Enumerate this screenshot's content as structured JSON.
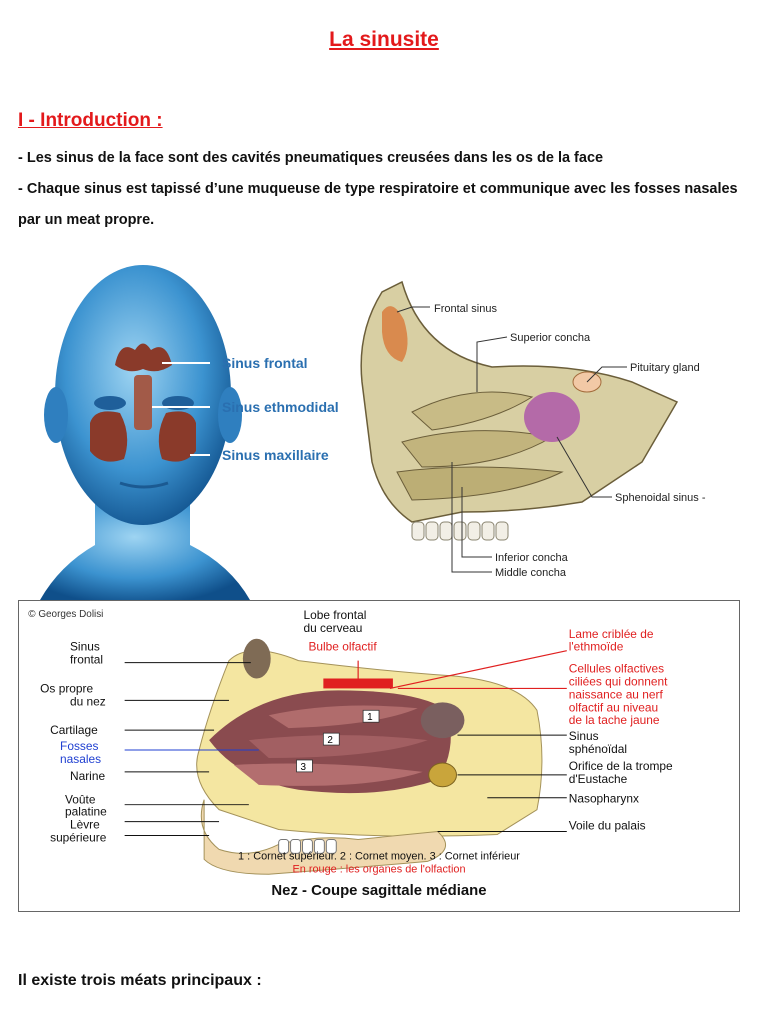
{
  "document": {
    "title": "La sinusite",
    "section_heading": "I - Introduction :",
    "paragraphs": [
      "- Les sinus de la face sont des cavités pneumatiques creusées dans les os de la face",
      "- Chaque sinus est tapissé d’une muqueuse de type respiratoire et communique avec les fosses nasales par un meat propre."
    ],
    "footer_line": "Il existe trois méats principaux :"
  },
  "figure1": {
    "labels": [
      "Sinus frontal",
      "Sinus ethmodidal",
      "Sinus maxillaire"
    ]
  },
  "figure2": {
    "labels": {
      "frontal": "Frontal sinus",
      "superior": "Superior concha",
      "pituitary": "Pituitary gland",
      "sphenoidal": "Sphenoidal sinus -",
      "inferior": "Inferior concha",
      "middle": "Middle concha"
    }
  },
  "figure3": {
    "copyright": "© Georges Dolisi",
    "top_label_1": "Lobe frontal",
    "top_label_2": "du cerveau",
    "bulbe": "Bulbe olfactif",
    "left_labels": {
      "sinus_1": "Sinus",
      "sinus_2": "frontal",
      "os_1": "Os propre",
      "os_2": "du nez",
      "cartilage": "Cartilage",
      "fosses_1": "Fosses",
      "fosses_2": "nasales",
      "narine": "Narine",
      "voute_1": "Voûte",
      "voute_2": "palatine",
      "levre_1": "Lèvre",
      "levre_2": "supérieure"
    },
    "right_labels": {
      "lame_1": "Lame criblée de",
      "lame_2": "l'ethmoïde",
      "cell_1": "Cellules olfactives",
      "cell_2": "ciliées qui donnent",
      "cell_3": "naissance au nerf",
      "cell_4": "olfactif au niveau",
      "cell_5": "de la tache jaune",
      "sph_1": "Sinus",
      "sph_2": "sphénoïdal",
      "orif_1": "Orifice de la trompe",
      "orif_2": "d'Eustache",
      "naso": "Nasopharynx",
      "voile": "Voile du palais"
    },
    "numbers": [
      "1",
      "2",
      "3"
    ],
    "legend": "1 : Cornet supérieur.  2 : Cornet moyen.  3 : Cornet inférieur",
    "legend_red": "En rouge : les organes de l'olfaction",
    "caption": "Nez - Coupe sagittale médiane"
  }
}
